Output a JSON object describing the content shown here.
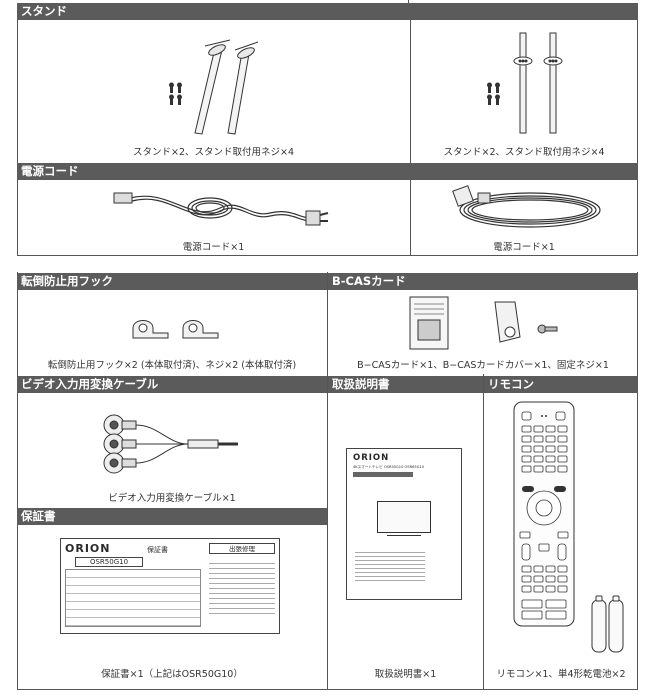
{
  "sections": {
    "stand": {
      "header": "スタンド",
      "caption_left": "スタンド×2、スタンド取付用ネジ×4",
      "caption_right": "スタンド×2、スタンド取付用ネジ×4"
    },
    "power": {
      "header": "電源コード",
      "caption_left": "電源コード×1",
      "caption_right": "電源コード×1"
    },
    "hook": {
      "header": "転倒防止用フック",
      "caption": "転倒防止用フック×2 (本体取付済)、ネジ×2 (本体取付済)"
    },
    "bcas": {
      "header": "B-CASカード",
      "caption": "B−CASカード×1、B−CASカードカバー×1、固定ネジ×1"
    },
    "video": {
      "header": "ビデオ入力用変換ケーブル",
      "caption": "ビデオ入力用変換ケーブル×1"
    },
    "manual": {
      "header": "取扱説明書",
      "caption": "取扱説明書×1",
      "brand": "ORION",
      "line1": "4Kスマートテレビ OSR55G10 OSR65G10"
    },
    "remote": {
      "header": "リモコン",
      "caption": "リモコン×1、単4形乾電池×2"
    },
    "warranty": {
      "header": "保証書",
      "caption": "保証書×1（上記はOSR50G10）",
      "brand": "ORION",
      "title": "保証書",
      "model": "OSR50G10",
      "service": "出張修理"
    }
  }
}
